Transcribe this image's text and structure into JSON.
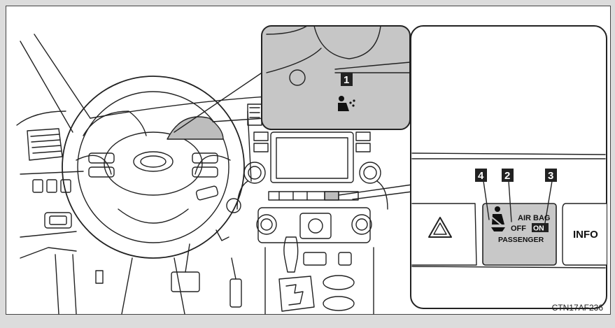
{
  "callouts": {
    "n1": "1",
    "n2": "2",
    "n3": "3",
    "n4": "4"
  },
  "indicator_panel": {
    "line1": "AIR BAG",
    "off_label": "OFF",
    "on_label": "ON",
    "passenger_label": "PASSENGER"
  },
  "info_button_label": "INFO",
  "figure_code": "CTN17AF236",
  "colors": {
    "panel_gray": "#c8c8c8",
    "badge": "#222222",
    "line": "#222222"
  }
}
